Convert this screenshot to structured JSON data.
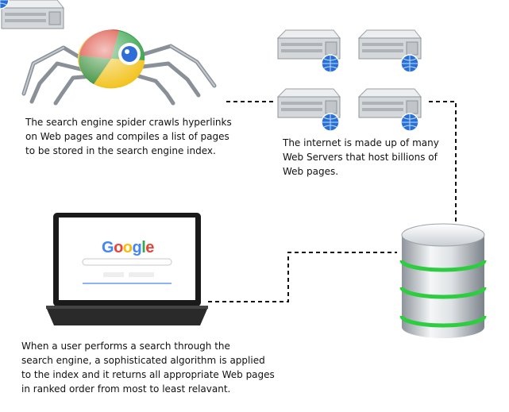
{
  "captions": {
    "spider": [
      "The search engine spider crawls hyperlinks",
      "on Web pages and compiles a list of pages",
      "to be stored in the search engine index."
    ],
    "internet": [
      "The internet is made up of many",
      "Web Servers that host billions of",
      "Web pages."
    ],
    "search": [
      "When a user performs a search through the",
      "search engine, a sophisticated algorithm is applied",
      "to the index and it returns all appropriate Web pages",
      "in ranked order from most to least relavant."
    ]
  },
  "laptop_screen": {
    "logo": [
      "G",
      "o",
      "o",
      "g",
      "l",
      "e"
    ],
    "logo_colors": [
      "#4285f4",
      "#ea4335",
      "#fbbc05",
      "#4285f4",
      "#34a853",
      "#ea4335"
    ]
  },
  "colors": {
    "connector": "#111111",
    "db_accent": "#2ecc40",
    "server_body": "#d9dcde",
    "globe": "#2a6fd6"
  },
  "icons": [
    "spider-robot-icon",
    "server-icon",
    "globe-icon",
    "laptop-icon",
    "database-icon"
  ]
}
